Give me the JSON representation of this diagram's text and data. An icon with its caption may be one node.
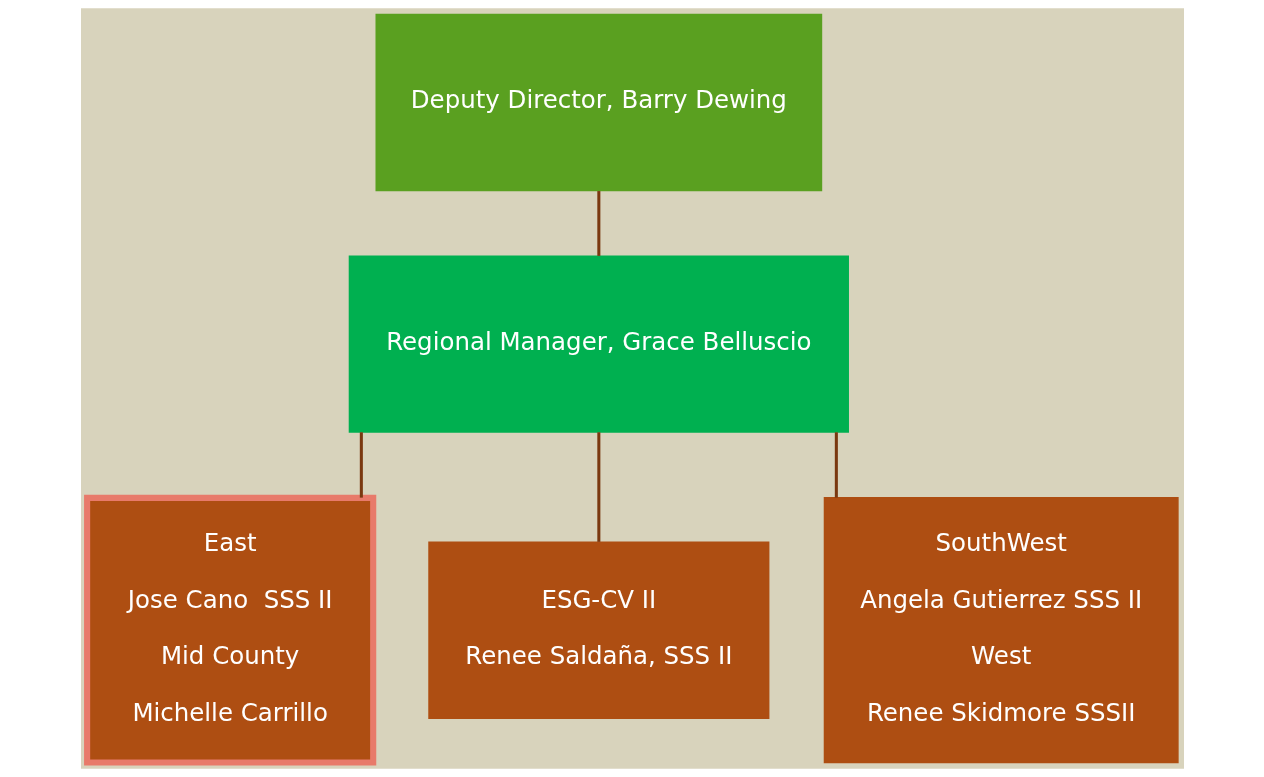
{
  "diagram": {
    "nodes": [
      {
        "text": [
          "Deputy Director, Barry Dewing"
        ]
      },
      {
        "text": [
          "Regional Manager, Grace Belluscio"
        ]
      },
      {
        "text": [
          "East",
          "Jose Cano  SSS II",
          "Mid County",
          "Michelle Carrillo"
        ]
      },
      {
        "text": [
          "ESG-CV II",
          "Renee Saldaña, SSS II"
        ]
      },
      {
        "text": [
          "SouthWest",
          "Angela Gutierrez SSS II",
          "West",
          "Renee Skidmore SSSII"
        ]
      }
    ],
    "edges": [
      {
        "from": 0,
        "to": 1,
        "arrow": "none"
      },
      {
        "from": 1,
        "to": 2,
        "arrow": "none"
      },
      {
        "from": 1,
        "to": 3,
        "arrow": "none"
      },
      {
        "from": 1,
        "to": 4,
        "arrow": "none"
      }
    ]
  }
}
